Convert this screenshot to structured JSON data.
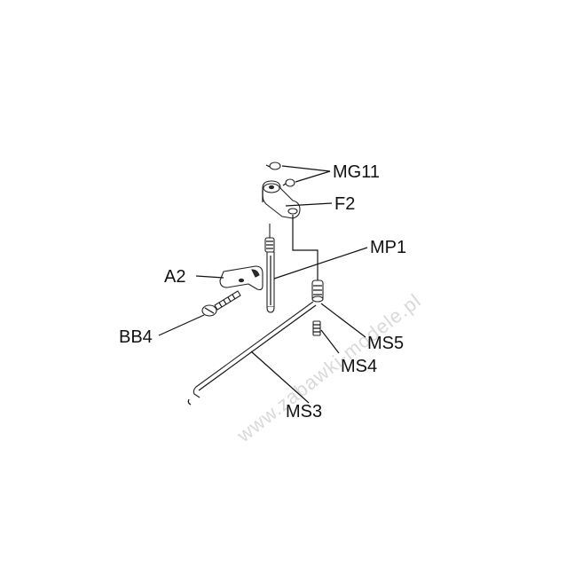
{
  "labels": {
    "mg11": "MG11",
    "f2": "F2",
    "mp1": "MP1",
    "a2": "A2",
    "bb4": "BB4",
    "ms5": "MS5",
    "ms4": "MS4",
    "ms3": "MS3"
  },
  "watermark": "www.zabawki-modele.pl",
  "colors": {
    "line": "#111111",
    "watermark": "#d9d9d9",
    "background": "#ffffff"
  }
}
